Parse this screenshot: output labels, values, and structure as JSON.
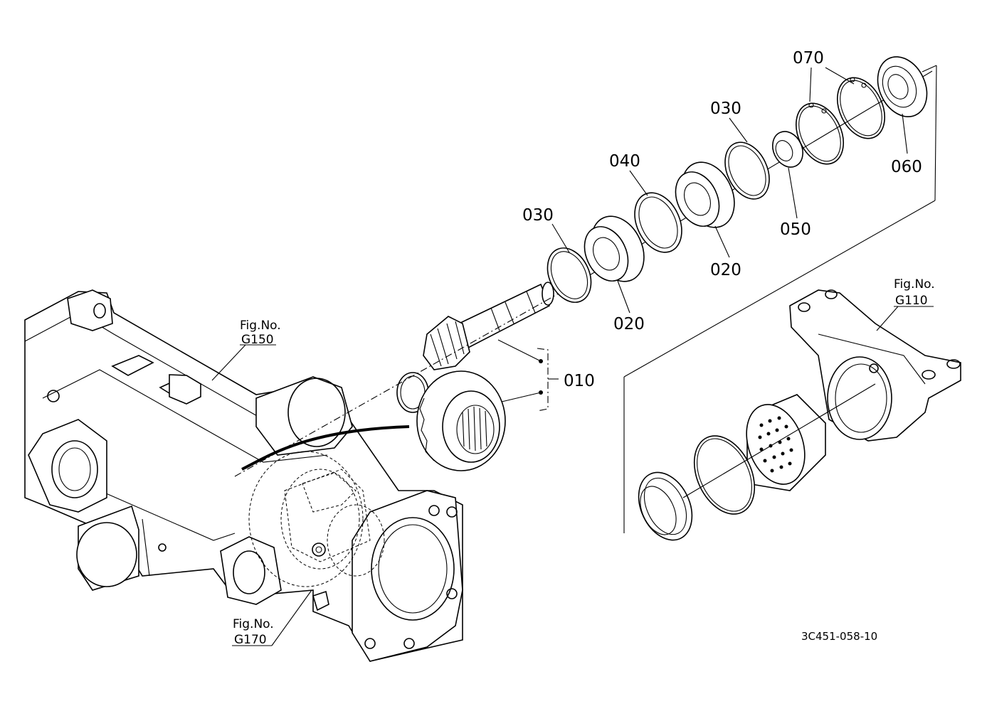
{
  "callouts": {
    "p010": "010",
    "p020a": "020",
    "p020b": "020",
    "p030a": "030",
    "p030b": "030",
    "p040": "040",
    "p050": "050",
    "p060": "060",
    "p070": "070"
  },
  "figure_refs": {
    "g150": {
      "prefix": "Fig.No.",
      "number": "G150"
    },
    "g110": {
      "prefix": "Fig.No.",
      "number": "G110"
    },
    "g170": {
      "prefix": "Fig.No.",
      "number": "G170"
    }
  },
  "drawing_code": "3C451-058-10"
}
